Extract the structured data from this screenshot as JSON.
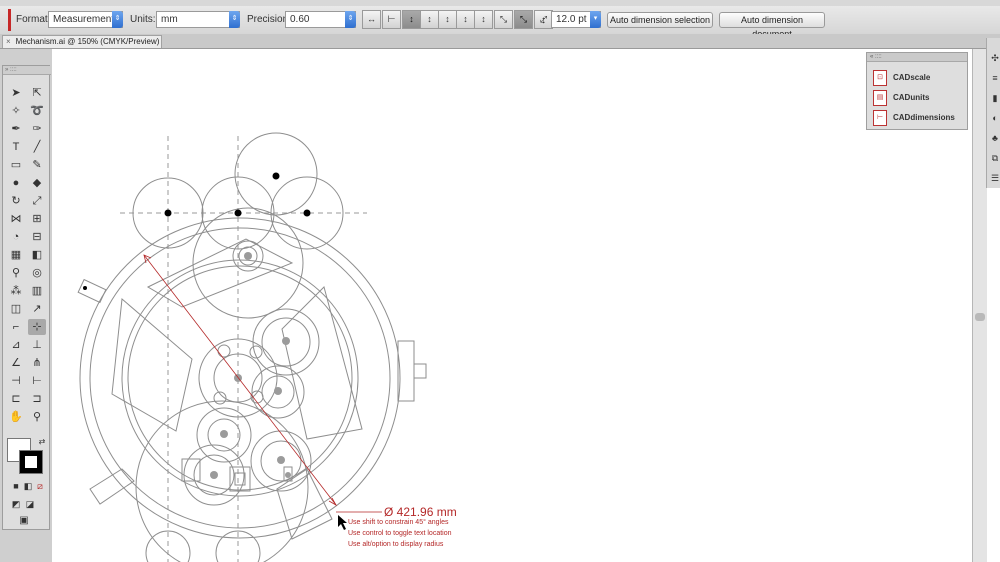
{
  "control_bar": {
    "format_label": "Format:",
    "format_value": "Measurement",
    "units_label": "Units:",
    "units_value": "mm",
    "precision_label": "Precision",
    "precision_value": "0.60",
    "text_size_value": "12.0 pt",
    "auto_dim_selection": "Auto dimension selection",
    "auto_dim_document": "Auto dimension document"
  },
  "document_tab": {
    "close": "×",
    "title": "Mechanism.ai @ 150% (CMYK/Preview)"
  },
  "cad_panel": {
    "items": [
      {
        "label": "CADscale",
        "icon": "cad-scale-icon"
      },
      {
        "label": "CADunits",
        "icon": "cad-units-icon"
      },
      {
        "label": "CADdimensions",
        "icon": "cad-dimensions-icon"
      }
    ]
  },
  "canvas": {
    "dimension_text": "Ø 421.96 mm",
    "hints": [
      "Use shift to constrain 45° angles",
      "Use control to toggle text location",
      "Use alt/option to display radius"
    ]
  },
  "colors": {
    "accent": "#b42828",
    "line": "#8a8a8a"
  }
}
